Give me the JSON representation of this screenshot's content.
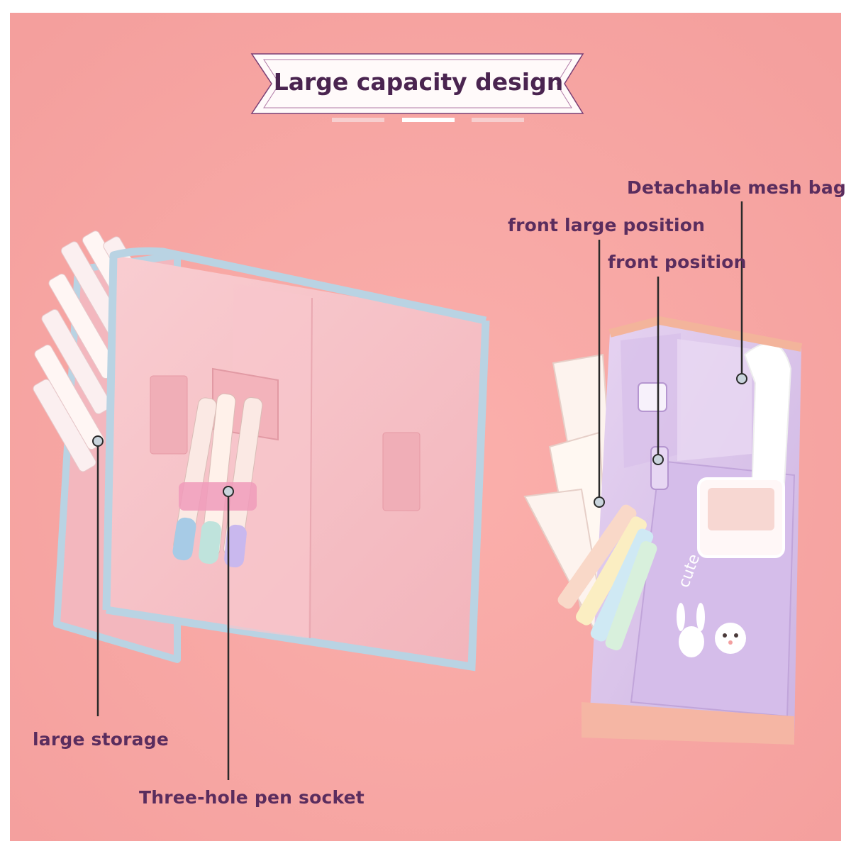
{
  "banner": {
    "title": "Large capacity design"
  },
  "callouts": {
    "detachable_mesh_bag": "Detachable mesh bag",
    "front_large_position": "front large position",
    "front_position": "front position",
    "large_storage": "large storage",
    "pen_socket": "Three-hole pen socket"
  },
  "card_decoration": {
    "brand_word": "cute"
  },
  "colors": {
    "background": "#f4a5a2",
    "banner_fill": "#ffffff",
    "label_text": "#5a2d5e",
    "left_case": "#f6c0c6",
    "right_case": "#d9c3e8",
    "zipper_trim": "#b9d3e3"
  }
}
